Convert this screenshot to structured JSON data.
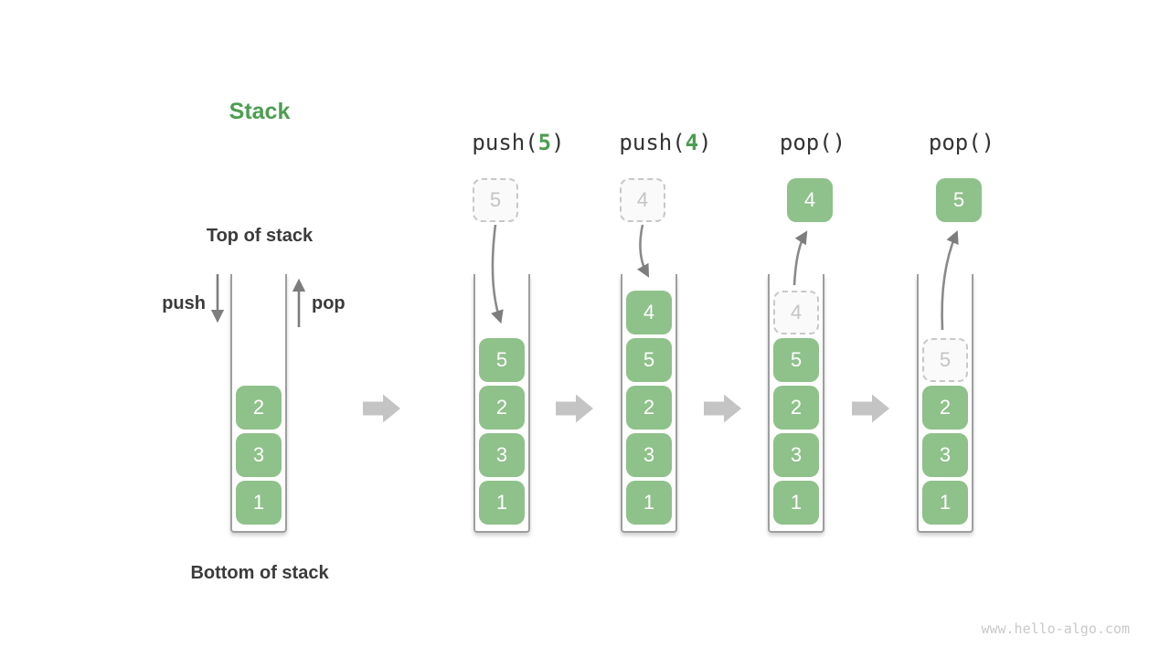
{
  "title": "Stack",
  "labels": {
    "top_of_stack": "Top of stack",
    "bottom_of_stack": "Bottom of stack",
    "push": "push",
    "pop": "pop"
  },
  "watermark": "www.hello-algo.com",
  "colors": {
    "green_box": "#8FC18A",
    "green_accent": "#4C9E50",
    "dark_text": "#3B3B3B",
    "wall_gray": "#9E9E9E",
    "arrow_gray": "#7D7D7D",
    "block_arrow_gray": "#C4C4C4",
    "ghost_gray": "#C8C8C8",
    "watermark_gray": "#C9C9C9"
  },
  "stages": [
    {
      "name": "initial-stack",
      "items": [
        {
          "value": "2",
          "ghost": false
        },
        {
          "value": "3",
          "ghost": false
        },
        {
          "value": "1",
          "ghost": false
        }
      ]
    },
    {
      "name": "push-5",
      "header": {
        "prefix": "push(",
        "arg": "5",
        "suffix": ")"
      },
      "floating": {
        "value": "5",
        "style": "dashed"
      },
      "arrow": "down",
      "items": [
        {
          "value": "5",
          "ghost": false
        },
        {
          "value": "2",
          "ghost": false
        },
        {
          "value": "3",
          "ghost": false
        },
        {
          "value": "1",
          "ghost": false
        }
      ]
    },
    {
      "name": "push-4",
      "header": {
        "prefix": "push(",
        "arg": "4",
        "suffix": ")"
      },
      "floating": {
        "value": "4",
        "style": "dashed"
      },
      "arrow": "down",
      "items": [
        {
          "value": "4",
          "ghost": false
        },
        {
          "value": "5",
          "ghost": false
        },
        {
          "value": "2",
          "ghost": false
        },
        {
          "value": "3",
          "ghost": false
        },
        {
          "value": "1",
          "ghost": false
        }
      ]
    },
    {
      "name": "pop-4",
      "header": {
        "prefix": "pop(",
        "arg": "",
        "suffix": ")"
      },
      "floating": {
        "value": "4",
        "style": "solid"
      },
      "arrow": "up",
      "items": [
        {
          "value": "4",
          "ghost": true
        },
        {
          "value": "5",
          "ghost": false
        },
        {
          "value": "2",
          "ghost": false
        },
        {
          "value": "3",
          "ghost": false
        },
        {
          "value": "1",
          "ghost": false
        }
      ]
    },
    {
      "name": "pop-5",
      "header": {
        "prefix": "pop(",
        "arg": "",
        "suffix": ")"
      },
      "floating": {
        "value": "5",
        "style": "solid"
      },
      "arrow": "up",
      "items": [
        {
          "value": "5",
          "ghost": true
        },
        {
          "value": "2",
          "ghost": false
        },
        {
          "value": "3",
          "ghost": false
        },
        {
          "value": "1",
          "ghost": false
        }
      ]
    }
  ]
}
